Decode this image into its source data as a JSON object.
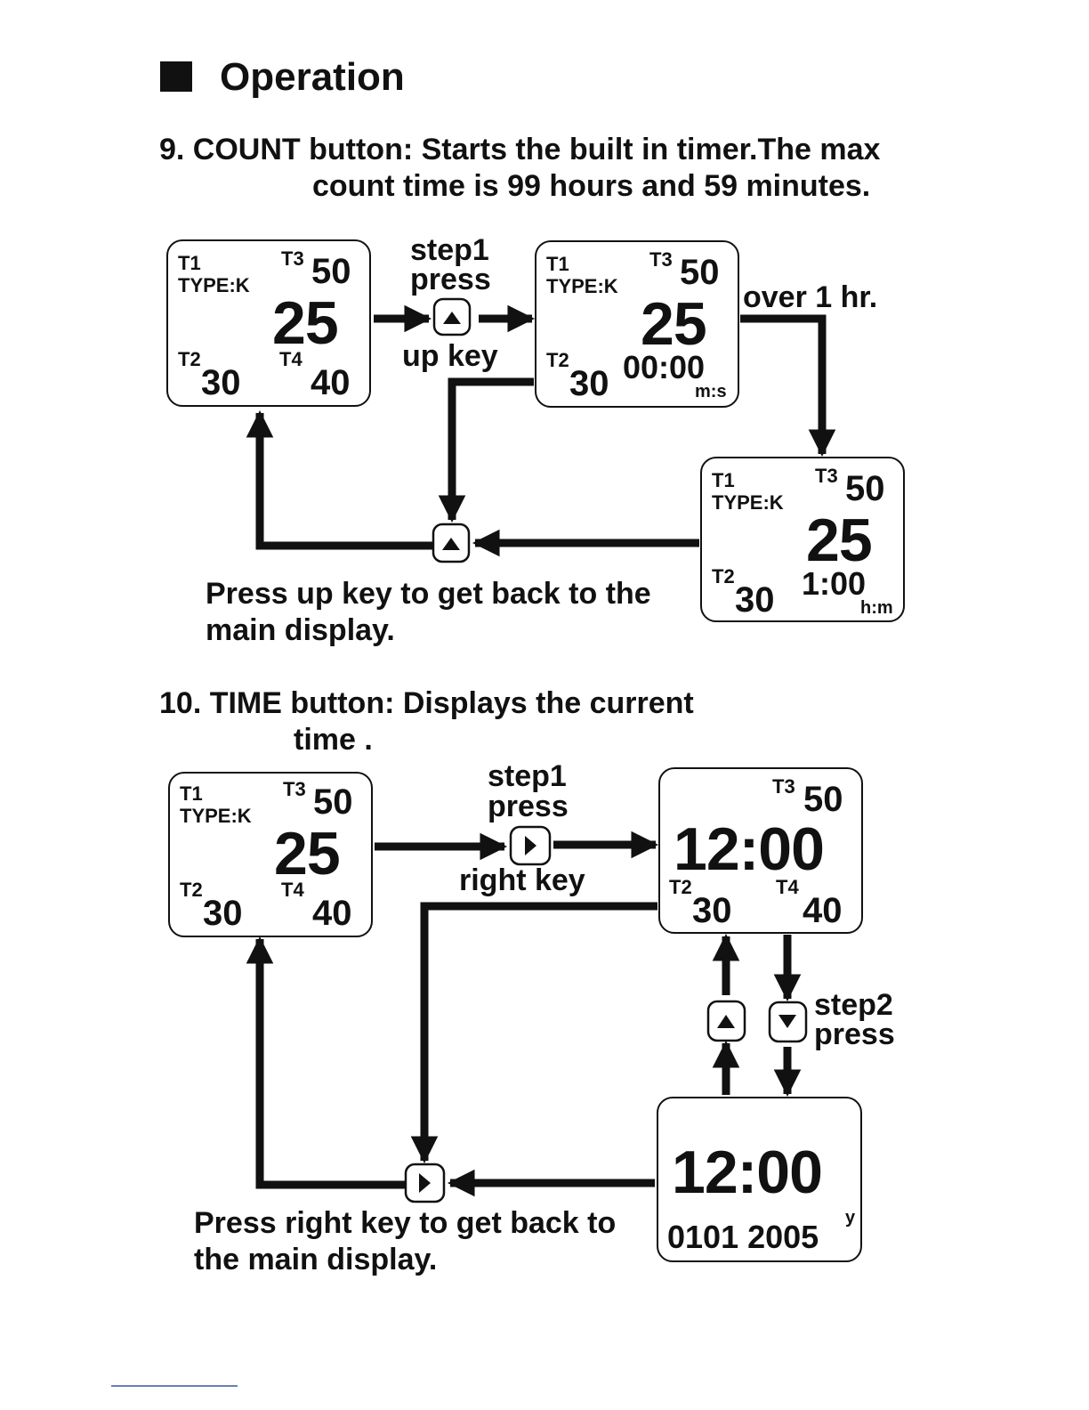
{
  "section": {
    "title": "Operation"
  },
  "count_section": {
    "heading_line1": "9. COUNT button: Starts the built in timer.The max",
    "heading_line2": "count time is 99 hours and 59 minutes.",
    "step1_line1": "step1",
    "step1_line2": "press",
    "key_label": "up  key",
    "over_label": "over 1 hr.",
    "return_line1": "Press up key to get back to the",
    "return_line2": "main display.",
    "display_main": {
      "t1": "T1",
      "type": "TYPE:K",
      "t3": "T3",
      "t3_val": "50",
      "center": "25",
      "t2": "T2",
      "t2_val": "30",
      "t4": "T4",
      "t4_val": "40"
    },
    "display_minsec": {
      "t1": "T1",
      "type": "TYPE:K",
      "t3": "T3",
      "t3_val": "50",
      "center": "25",
      "t2": "T2",
      "t2_val": "30",
      "timer": "00:00",
      "unit": "m:s"
    },
    "display_hourmin": {
      "t1": "T1",
      "type": "TYPE:K",
      "t3": "T3",
      "t3_val": "50",
      "center": "25",
      "t2": "T2",
      "t2_val": "30",
      "timer": "1:00",
      "unit": "h:m"
    }
  },
  "time_section": {
    "heading_line1": "10. TIME button: Displays the current",
    "heading_line2": "time .",
    "step1_line1": "step1",
    "step1_line2": "press",
    "key_label": "right  key",
    "step2_line1": "step2",
    "step2_line2": "press",
    "return_line1": "Press right key to get back to",
    "return_line2": "the main display.",
    "display_main": {
      "t1": "T1",
      "type": "TYPE:K",
      "t3": "T3",
      "t3_val": "50",
      "center": "25",
      "t2": "T2",
      "t2_val": "30",
      "t4": "T4",
      "t4_val": "40"
    },
    "display_time": {
      "t3": "T3",
      "t3_val": "50",
      "clock": "12:00",
      "t2": "T2",
      "t2_val": "30",
      "t4": "T4",
      "t4_val": "40"
    },
    "display_date": {
      "clock": "12:00",
      "date": "0101 2005",
      "unit": "y"
    }
  }
}
